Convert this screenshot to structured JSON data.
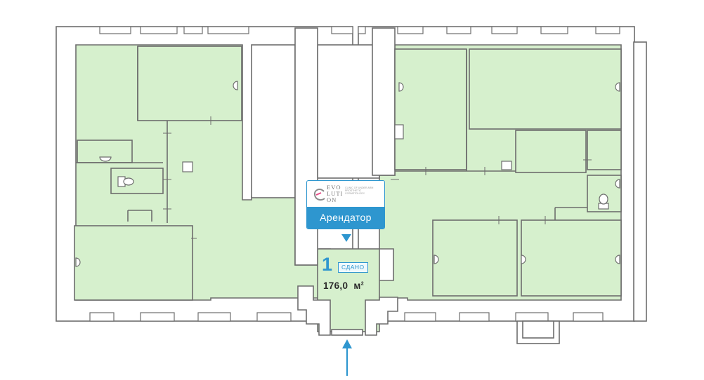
{
  "floorplan": {
    "unit_number": "1",
    "status": "СДАНО",
    "area_value": "176,0",
    "area_unit": "м",
    "area_unit_sup": "2"
  },
  "tenant": {
    "label": "Арендатор",
    "logo_word": "EVO LUTI ON",
    "logo_tagline": "CLINIC OF UNDER ARM PROSTHETIC COSMETOLOGY"
  },
  "colors": {
    "rented_fill": "#d6f0cd",
    "accent": "#2e96cf",
    "walls": "#6d6d6d"
  },
  "icons": [
    "toilet-icon",
    "washbasin-icon",
    "entrance-arrow-icon",
    "pointer-triangle-icon"
  ]
}
